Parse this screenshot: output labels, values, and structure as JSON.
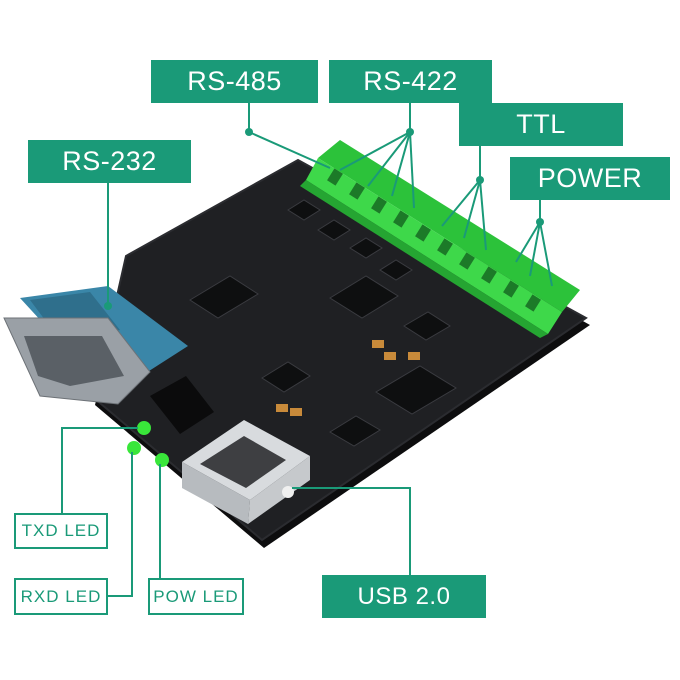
{
  "labels": {
    "rs485": "RS-485",
    "rs422": "RS-422",
    "ttl": "TTL",
    "power": "POWER",
    "rs232": "RS-232",
    "usb": "USB 2.0",
    "txd_led": "TXD LED",
    "rxd_led": "RXD LED",
    "pow_led": "POW LED"
  },
  "colors": {
    "label_bg": "#1a9a78",
    "board": "#1e1f22",
    "terminal_green": "#3ed84a",
    "db9_blue": "#3a86a8",
    "led_green": "#39e63a"
  }
}
